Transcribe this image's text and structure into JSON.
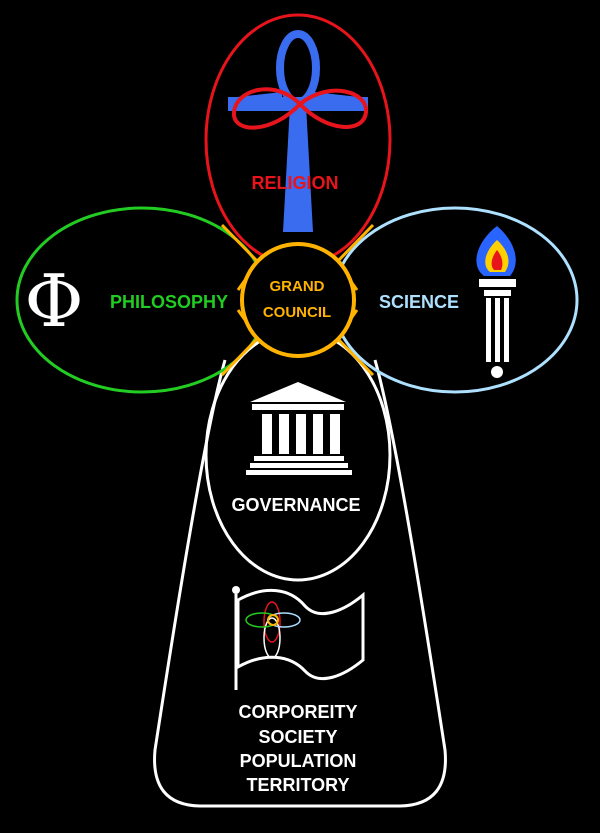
{
  "labels": {
    "religion": "RELIGION",
    "philosophy": "PHILOSOPHY",
    "science": "SCIENCE",
    "council_line1": "GRAND",
    "council_line2": "COUNCIL",
    "governance": "GOVERNANCE",
    "base_line1": "CORPOREITY",
    "base_line2": "SOCIETY",
    "base_line3": "POPULATION",
    "base_line4": "TERRITORY"
  },
  "symbols": {
    "philosophy_glyph": "Φ"
  },
  "colors": {
    "background": "#000000",
    "religion": "#e8141c",
    "religion_ankh": "#3a6cf0",
    "philosophy": "#22cc22",
    "science": "#aee0ff",
    "council": "#ffb300",
    "governance": "#ffffff"
  }
}
